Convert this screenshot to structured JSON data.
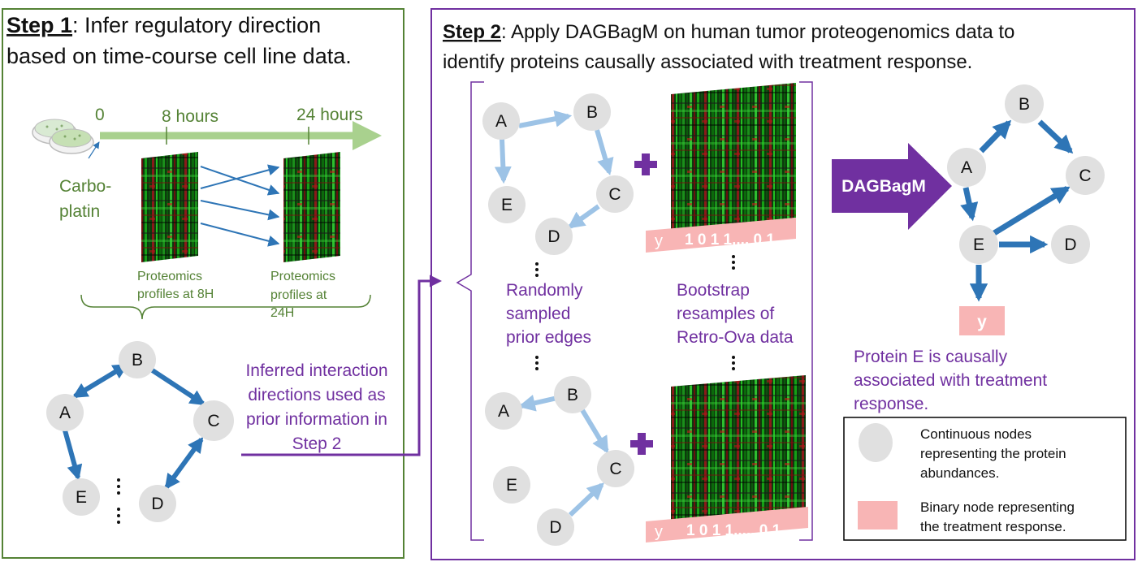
{
  "step1": {
    "heading_step": "Step 1",
    "heading_line1": ": Infer regulatory direction",
    "heading_line2": "based on time-course cell line data.",
    "timeline": {
      "t0": "0",
      "t8": "8 hours",
      "t24": "24 hours"
    },
    "drug_line1": "Carbo-",
    "drug_line2": "platin",
    "profile8_line1": "Proteomics",
    "profile8_line2": "profiles at 8H",
    "profile24_line1": "Proteomics",
    "profile24_line2": "profiles at",
    "profile24_line3": "24H",
    "graph_nodes": {
      "a": "A",
      "b": "B",
      "c": "C",
      "d": "D",
      "e": "E"
    },
    "inferred_line1": "Inferred interaction",
    "inferred_line2": "directions used as",
    "inferred_line3": "prior information in",
    "inferred_line4": "Step 2"
  },
  "step2": {
    "heading_step": "Step 2",
    "heading_line1": ": Apply DAGBagM on human tumor proteogenomics data to",
    "heading_line2": "identify proteins causally associated with treatment response.",
    "prior_nodes": {
      "a": "A",
      "b": "B",
      "c": "C",
      "d": "D",
      "e": "E"
    },
    "prior_label_line1": "Randomly",
    "prior_label_line2": "sampled",
    "prior_label_line3": "prior edges",
    "bootstrap_label_line1": "Bootstrap",
    "bootstrap_label_line2": "resamples of",
    "bootstrap_label_line3": "Retro-Ova data",
    "y_label": "y",
    "binary_values": "1 0 1 1.... 0 1",
    "binary_values_2": "1 0 1 1..... 0 1",
    "method_label": "DAGBagM",
    "result_nodes": {
      "a": "A",
      "b": "B",
      "c": "C",
      "d": "D",
      "e": "E",
      "y": "y"
    },
    "conclusion_line1": "Protein E is causally",
    "conclusion_line2": "associated with treatment",
    "conclusion_line3": "response.",
    "legend": {
      "continuous_line1": "Continuous nodes",
      "continuous_line2": "representing the protein",
      "continuous_line3": "abundances.",
      "binary_line1": "Binary node representing",
      "binary_line2": "the treatment response."
    }
  },
  "colors": {
    "step1_border": "#548235",
    "step2_border": "#7030A0",
    "node_fill": "#E0E0E0",
    "dark_edge": "#2E75B6",
    "light_edge": "#9DC3E6",
    "timeline": "#A9D18E",
    "binary_node": "#F8B5B5",
    "method_arrow": "#7030A0"
  }
}
